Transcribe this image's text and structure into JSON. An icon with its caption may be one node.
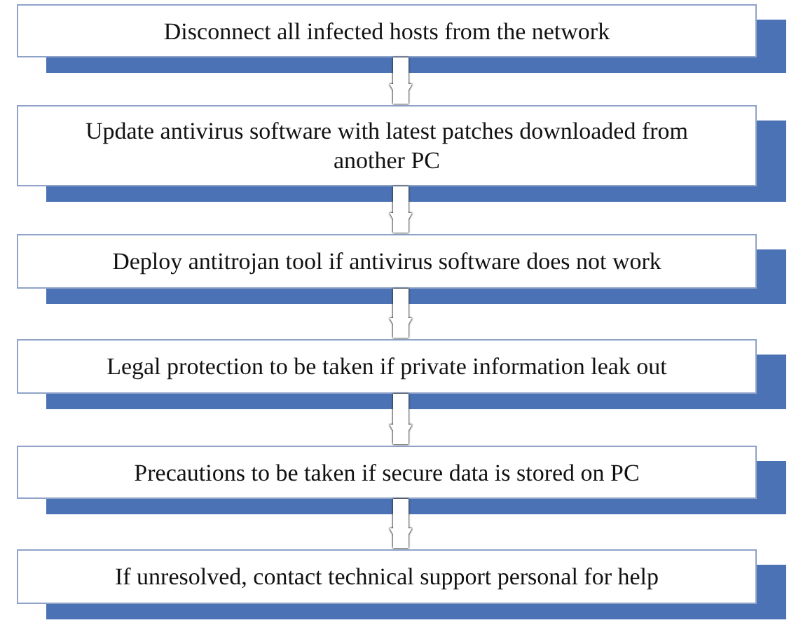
{
  "diagram": {
    "nodes": [
      {
        "text": [
          "Disconnect all infected hosts from the network"
        ]
      },
      {
        "text": [
          "Update antivirus software with latest patches downloaded from another PC"
        ]
      },
      {
        "text": [
          "Deploy antitrojan tool if antivirus software does not work"
        ]
      },
      {
        "text": [
          "Legal protection to be taken if private information leak out"
        ]
      },
      {
        "text": [
          "Precautions to be taken if secure data is stored on PC"
        ]
      },
      {
        "text": [
          "If unresolved, contact technical support personal for help"
        ]
      }
    ],
    "edges": [
      {
        "from": 0,
        "to": 1,
        "arrow": "to"
      },
      {
        "from": 1,
        "to": 2,
        "arrow": "to"
      },
      {
        "from": 2,
        "to": 3,
        "arrow": "to"
      },
      {
        "from": 3,
        "to": 4,
        "arrow": "to"
      },
      {
        "from": 4,
        "to": 5,
        "arrow": "to"
      }
    ]
  }
}
